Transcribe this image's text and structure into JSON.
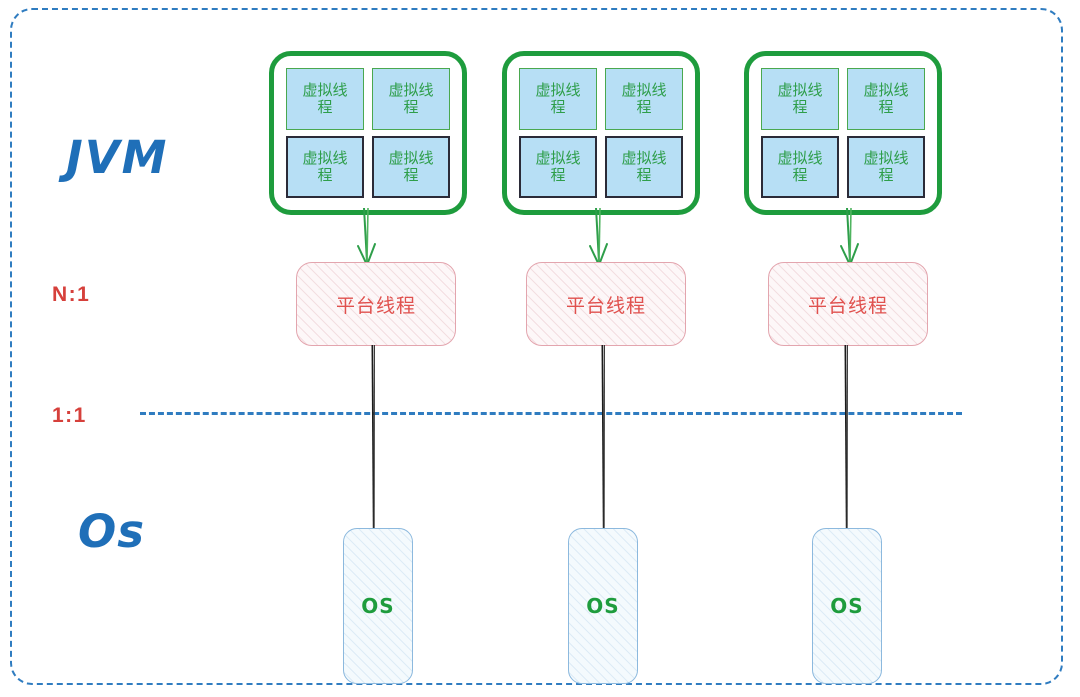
{
  "diagram": {
    "title": "JVM virtual thread to platform thread to OS thread mapping",
    "layers": {
      "jvm_label": "JVM",
      "os_label": "Os",
      "ratio_virtual_to_platform": "N:1",
      "ratio_platform_to_os": "1:1"
    },
    "colors": {
      "frame_dashed": "#2f7cc0",
      "hand_label": "#1f6fb8",
      "ratio_text": "#d6403b",
      "virtual_group_border": "#1e9c3d",
      "virtual_box_fill": "#b7dff5",
      "virtual_box_green_border": "#4aa84f",
      "virtual_box_dark_border": "#2b2b38",
      "virtual_text": "#2e9e4a",
      "platform_border": "#e3a5ae",
      "platform_text": "#e0514e",
      "os_border": "#8cb9de",
      "os_text": "#1e9c3d",
      "arrow_green": "#2e9e4a",
      "connector_black": "#1c1c1c"
    },
    "groups": [
      {
        "virtual_threads": [
          {
            "label": "虚拟线程",
            "border": "green"
          },
          {
            "label": "虚拟线程",
            "border": "green"
          },
          {
            "label": "虚拟线程",
            "border": "dark"
          },
          {
            "label": "虚拟线程",
            "border": "dark"
          }
        ],
        "platform_thread": "平台线程",
        "os_thread": "OS"
      },
      {
        "virtual_threads": [
          {
            "label": "虚拟线程",
            "border": "green"
          },
          {
            "label": "虚拟线程",
            "border": "green"
          },
          {
            "label": "虚拟线程",
            "border": "dark"
          },
          {
            "label": "虚拟线程",
            "border": "dark"
          }
        ],
        "platform_thread": "平台线程",
        "os_thread": "OS"
      },
      {
        "virtual_threads": [
          {
            "label": "虚拟线程",
            "border": "green"
          },
          {
            "label": "虚拟线程",
            "border": "green"
          },
          {
            "label": "虚拟线程",
            "border": "dark"
          },
          {
            "label": "虚拟线程",
            "border": "dark"
          }
        ],
        "platform_thread": "平台线程",
        "os_thread": "OS"
      }
    ]
  }
}
